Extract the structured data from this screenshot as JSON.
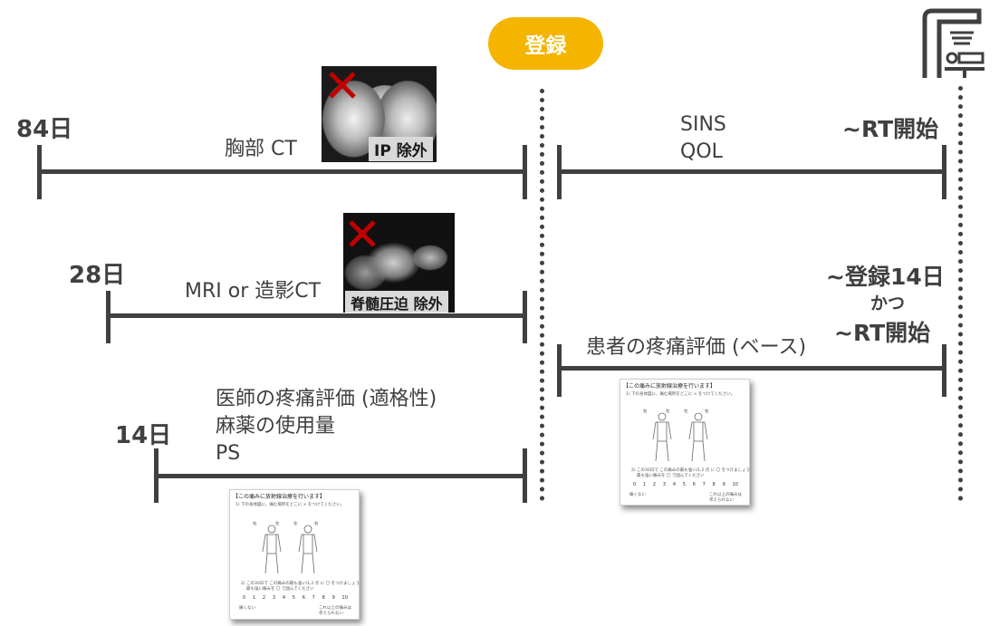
{
  "registration": {
    "label": "登録"
  },
  "left_timeline": {
    "row1": {
      "day": "84日",
      "caption": "胸部 CT",
      "image_label": "IP 除外"
    },
    "row2": {
      "day": "28日",
      "caption": "MRI or 造影CT",
      "image_label": "脊髄圧迫 除外"
    },
    "row3": {
      "day": "14日",
      "lines": [
        "医師の疼痛評価 (適格性)",
        "麻薬の使用量",
        "PS"
      ]
    }
  },
  "right_timeline": {
    "row1": {
      "lines": [
        "SINS",
        "QOL"
      ],
      "end_label": "~RT開始"
    },
    "row2": {
      "caption": "患者の疼痛評価 (ベース)",
      "end_lines": [
        "~登録14日",
        "かつ",
        "~RT開始"
      ]
    }
  },
  "icons": {
    "rt_machine": "radiotherapy-machine-icon",
    "exclude_mark": "red-x-icon",
    "exclude_color": "#c00000"
  },
  "pill_color": "#f4b400",
  "form_thumbnail": {
    "title": "【この痛みに放射線治療を行います】",
    "q1": "1)  下の身体図に、痛む場所をどこに × をつけてください。",
    "figure_labels": [
      "右",
      "左",
      "左",
      "右"
    ],
    "q2": "2)  この30日で この痛みの最も強い/1,2 点 に 〇 をつけましょう",
    "q2b": "最も強い痛みを 〇 で囲んでください",
    "scale": [
      "0",
      "1",
      "2",
      "3",
      "4",
      "5",
      "6",
      "7",
      "8",
      "9",
      "10"
    ],
    "scale_left": "痛くない",
    "scale_right": "これ以上の痛みは考えられない"
  }
}
